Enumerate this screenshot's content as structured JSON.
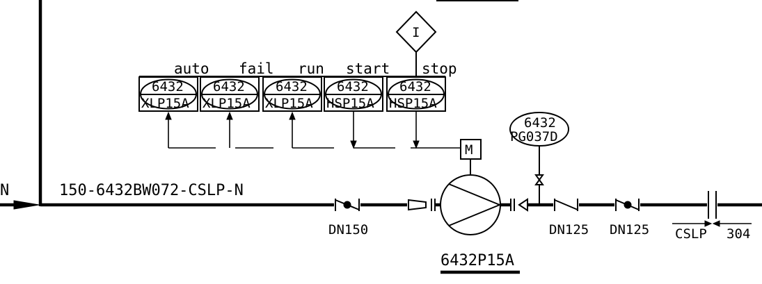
{
  "line": {
    "left_cut_text": "N",
    "number": "150-6432BW072-CSLP-N"
  },
  "indicator": {
    "diamond_text": "I"
  },
  "instruments": [
    {
      "tag_top": "6432",
      "tag_bottom": "XLP15A",
      "signal": "auto"
    },
    {
      "tag_top": "6432",
      "tag_bottom": "XLP15A",
      "signal": "fail"
    },
    {
      "tag_top": "6432",
      "tag_bottom": "XLP15A",
      "signal": "run"
    },
    {
      "tag_top": "6432",
      "tag_bottom": "HSP15A",
      "signal": "start"
    },
    {
      "tag_top": "6432",
      "tag_bottom": "HSP15A",
      "signal": "stop"
    }
  ],
  "motor": {
    "label": "M"
  },
  "gauge": {
    "tag_top": "6432",
    "tag_bottom": "PG037D"
  },
  "valves": {
    "check_1_size": "DN150",
    "check_2_size": "DN125",
    "check_3_size": "DN125"
  },
  "pump": {
    "tag": "6432P15A"
  },
  "spec_break": {
    "left": "CSLP",
    "right": "304"
  }
}
